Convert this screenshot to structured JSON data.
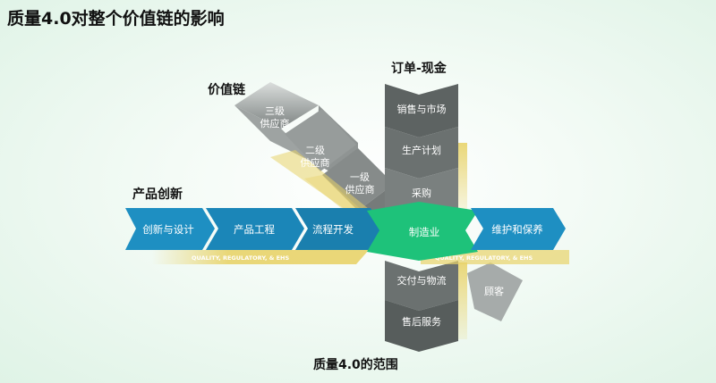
{
  "title": "质量4.0对整个价值链的影响",
  "labels": {
    "value_chain": "价值链",
    "order_to_cash": "订单-现金",
    "product_innovation": "产品创新",
    "scope": "质量4.0的范围"
  },
  "value_chain_tiers": [
    [
      "三级",
      "供应商"
    ],
    [
      "二级",
      "供应商"
    ],
    [
      "一级",
      "供应商"
    ]
  ],
  "order_to_cash_steps": [
    "销售与市场",
    "生产计划",
    "采购"
  ],
  "product_innovation_steps": [
    "创新与设计",
    "产品工程",
    "流程开发"
  ],
  "center": "制造业",
  "after_center": "维护和保养",
  "downstream_steps": [
    "交付与物流",
    "售后服务"
  ],
  "customer": "顾客",
  "qre_band": "QUALITY, REGULATORY, & EHS",
  "colors": {
    "blue": "#1e8fc2",
    "green": "#1ec27a",
    "gray": "#8a8f8e",
    "light_gray": "#b8bcbb",
    "yellow": "#e8d36a"
  }
}
